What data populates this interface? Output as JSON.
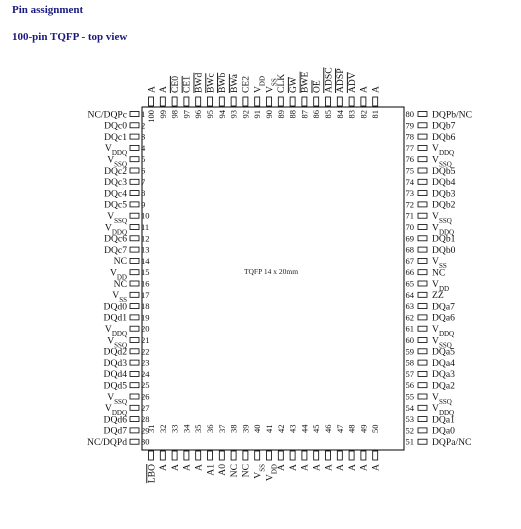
{
  "header": {
    "title": "Pin assignment",
    "subtitle": "100-pin TQFP - top view"
  },
  "package_label": "TQFP 14 x 20mm",
  "pins": {
    "left": [
      {
        "n": "1",
        "label": "NC/DQPc"
      },
      {
        "n": "2",
        "label": "DQc0"
      },
      {
        "n": "3",
        "label": "DQc1"
      },
      {
        "n": "4",
        "label": "VDDQ"
      },
      {
        "n": "5",
        "label": "VSSQ"
      },
      {
        "n": "6",
        "label": "DQc2"
      },
      {
        "n": "7",
        "label": "DQc3"
      },
      {
        "n": "8",
        "label": "DQc4"
      },
      {
        "n": "9",
        "label": "DQc5"
      },
      {
        "n": "10",
        "label": "VSSQ"
      },
      {
        "n": "11",
        "label": "VDDQ"
      },
      {
        "n": "12",
        "label": "DQc6"
      },
      {
        "n": "13",
        "label": "DQc7"
      },
      {
        "n": "14",
        "label": "NC"
      },
      {
        "n": "15",
        "label": "VDD"
      },
      {
        "n": "16",
        "label": "NC"
      },
      {
        "n": "17",
        "label": "VSS"
      },
      {
        "n": "18",
        "label": "DQd0"
      },
      {
        "n": "19",
        "label": "DQd1"
      },
      {
        "n": "20",
        "label": "VDDQ"
      },
      {
        "n": "21",
        "label": "VSSQ"
      },
      {
        "n": "22",
        "label": "DQd2"
      },
      {
        "n": "23",
        "label": "DQd3"
      },
      {
        "n": "24",
        "label": "DQd4"
      },
      {
        "n": "25",
        "label": "DQd5"
      },
      {
        "n": "26",
        "label": "VSSQ"
      },
      {
        "n": "27",
        "label": "VDDQ"
      },
      {
        "n": "28",
        "label": "DQd6"
      },
      {
        "n": "29",
        "label": "DQd7"
      },
      {
        "n": "30",
        "label": "NC/DQPd"
      }
    ],
    "right": [
      {
        "n": "80",
        "label": "DQPb/NC"
      },
      {
        "n": "79",
        "label": "DQb7"
      },
      {
        "n": "78",
        "label": "DQb6"
      },
      {
        "n": "77",
        "label": "VDDQ"
      },
      {
        "n": "76",
        "label": "VSSQ"
      },
      {
        "n": "75",
        "label": "DQb5"
      },
      {
        "n": "74",
        "label": "DQb4"
      },
      {
        "n": "73",
        "label": "DQb3"
      },
      {
        "n": "72",
        "label": "DQb2"
      },
      {
        "n": "71",
        "label": "VSSQ"
      },
      {
        "n": "70",
        "label": "VDDQ"
      },
      {
        "n": "69",
        "label": "DQb1"
      },
      {
        "n": "68",
        "label": "DQb0"
      },
      {
        "n": "67",
        "label": "VSS"
      },
      {
        "n": "66",
        "label": "NC"
      },
      {
        "n": "65",
        "label": "VDD"
      },
      {
        "n": "64",
        "label": "ZZ"
      },
      {
        "n": "63",
        "label": "DQa7"
      },
      {
        "n": "62",
        "label": "DQa6"
      },
      {
        "n": "61",
        "label": "VDDQ"
      },
      {
        "n": "60",
        "label": "VSSQ"
      },
      {
        "n": "59",
        "label": "DQa5"
      },
      {
        "n": "58",
        "label": "DQa4"
      },
      {
        "n": "57",
        "label": "DQa3"
      },
      {
        "n": "56",
        "label": "DQa2"
      },
      {
        "n": "55",
        "label": "VSSQ"
      },
      {
        "n": "54",
        "label": "VDDQ"
      },
      {
        "n": "53",
        "label": "DQa1"
      },
      {
        "n": "52",
        "label": "DQa0"
      },
      {
        "n": "51",
        "label": "DQPa/NC"
      }
    ],
    "top": [
      {
        "n": "100",
        "label": "A"
      },
      {
        "n": "99",
        "label": "A"
      },
      {
        "n": "98",
        "label": "CE0"
      },
      {
        "n": "97",
        "label": "CE1"
      },
      {
        "n": "96",
        "label": "BWd"
      },
      {
        "n": "95",
        "label": "BWc"
      },
      {
        "n": "94",
        "label": "BWb"
      },
      {
        "n": "93",
        "label": "BWa"
      },
      {
        "n": "92",
        "label": "CE2"
      },
      {
        "n": "91",
        "label": "VDD"
      },
      {
        "n": "90",
        "label": "VSS"
      },
      {
        "n": "89",
        "label": "CLK"
      },
      {
        "n": "88",
        "label": "GW"
      },
      {
        "n": "87",
        "label": "BWE"
      },
      {
        "n": "86",
        "label": "OE"
      },
      {
        "n": "85",
        "label": "ADSC"
      },
      {
        "n": "84",
        "label": "ADSP"
      },
      {
        "n": "83",
        "label": "ADV"
      },
      {
        "n": "82",
        "label": "A"
      },
      {
        "n": "81",
        "label": "A"
      }
    ],
    "bottom": [
      {
        "n": "31",
        "label": "LBO"
      },
      {
        "n": "32",
        "label": "A"
      },
      {
        "n": "33",
        "label": "A"
      },
      {
        "n": "34",
        "label": "A"
      },
      {
        "n": "35",
        "label": "A"
      },
      {
        "n": "36",
        "label": "A1"
      },
      {
        "n": "37",
        "label": "A0"
      },
      {
        "n": "38",
        "label": "NC"
      },
      {
        "n": "39",
        "label": "NC"
      },
      {
        "n": "40",
        "label": "VSS"
      },
      {
        "n": "41",
        "label": "VDD"
      },
      {
        "n": "42",
        "label": "A"
      },
      {
        "n": "43",
        "label": "A"
      },
      {
        "n": "44",
        "label": "A"
      },
      {
        "n": "45",
        "label": "A"
      },
      {
        "n": "46",
        "label": "A"
      },
      {
        "n": "47",
        "label": "A"
      },
      {
        "n": "48",
        "label": "A"
      },
      {
        "n": "49",
        "label": "A"
      },
      {
        "n": "50",
        "label": "A"
      }
    ]
  }
}
